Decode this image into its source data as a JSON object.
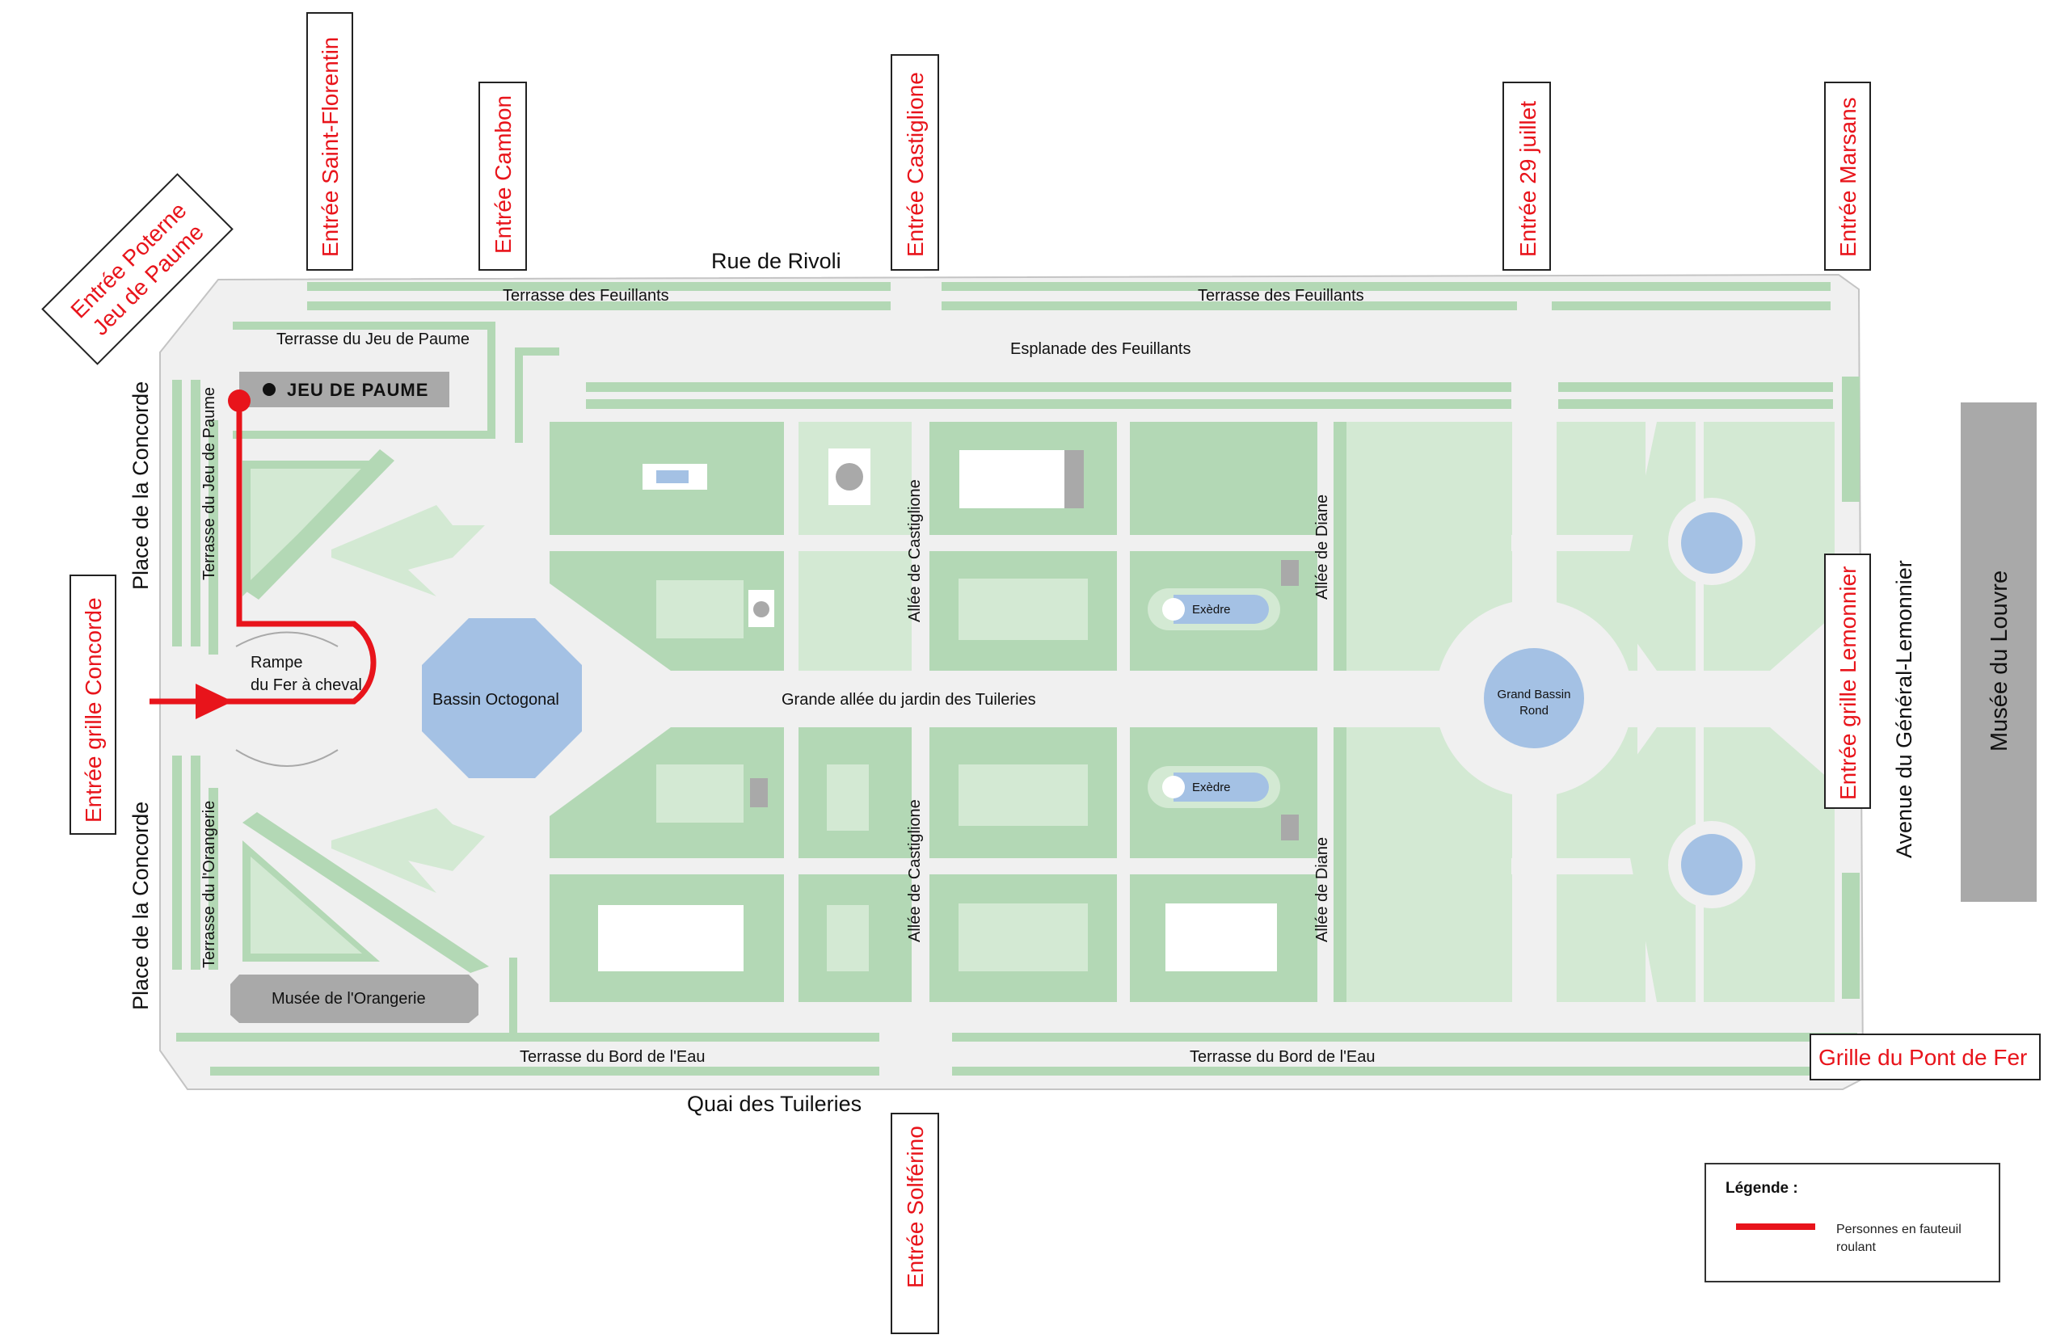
{
  "streets": {
    "rivoli": "Rue de Rivoli",
    "quai": "Quai des Tuileries",
    "concorde_top": "Place de la Concorde",
    "concorde_bottom": "Place de la Concorde",
    "lemonnier_avenue": "Avenue du Général-Lemonnier"
  },
  "entrances": {
    "poterne": [
      "Entrée Poterne",
      "Jeu de Paume"
    ],
    "saint_florentin": "Entrée Saint-Florentin",
    "cambon": "Entrée Cambon",
    "castiglione": "Entrée Castiglione",
    "juillet": "Entrée 29 juillet",
    "marsans": "Entrée Marsans",
    "concorde": "Entrée grille Concorde",
    "lemonnier": "Entrée grille Lemonnier",
    "pont_de_fer": "Grille du Pont de Fer",
    "solferino": "Entrée Solférino"
  },
  "places": {
    "terrasse_feuillants_left": "Terrasse des Feuillants",
    "terrasse_feuillants_right": "Terrasse des Feuillants",
    "terrasse_jeu_de_paume": "Terrasse du Jeu de Paume",
    "esplanade_feuillants": "Esplanade des Feuillants",
    "jeu_de_paume_building": "JEU DE PAUME",
    "terrasse_jeu_de_paume_vertical": "Terrasse du Jeu de Paume",
    "rampe": [
      "Rampe",
      "du Fer à cheval"
    ],
    "bassin_octogonal": "Bassin Octogonal",
    "grande_allee": "Grande allée du jardin des Tuileries",
    "allee_castiglione_top": "Allée de Castiglione",
    "allee_castiglione_bottom": "Allée de Castiglione",
    "allee_diane_top": "Allée de Diane",
    "allee_diane_bottom": "Allée de Diane",
    "exedre_top": "Exèdre",
    "exedre_bottom": "Exèdre",
    "grand_bassin": [
      "Grand Bassin",
      "Rond"
    ],
    "terrasse_orangerie": "Terrasse du l'Orangerie",
    "musee_orangerie": "Musée de l'Orangerie",
    "terrasse_bord_eau_left": "Terrasse du Bord de l'Eau",
    "terrasse_bord_eau_right": "Terrasse du Bord de l'Eau",
    "musee_louvre": "Musée du Louvre"
  },
  "legend": {
    "title": "Légende :",
    "items": [
      {
        "text": [
          "Personnes en fauteuil",
          "roulant"
        ],
        "color": "#e8141b"
      }
    ]
  },
  "colors": {
    "lawn": "#b3d8b5",
    "lawn_light": "#d3e9d3",
    "path": "#f0f0f0",
    "water": "#a4c1e4",
    "building": "#a9a9a9",
    "route": "#e8141b",
    "entrance_text": "#e8141b"
  }
}
